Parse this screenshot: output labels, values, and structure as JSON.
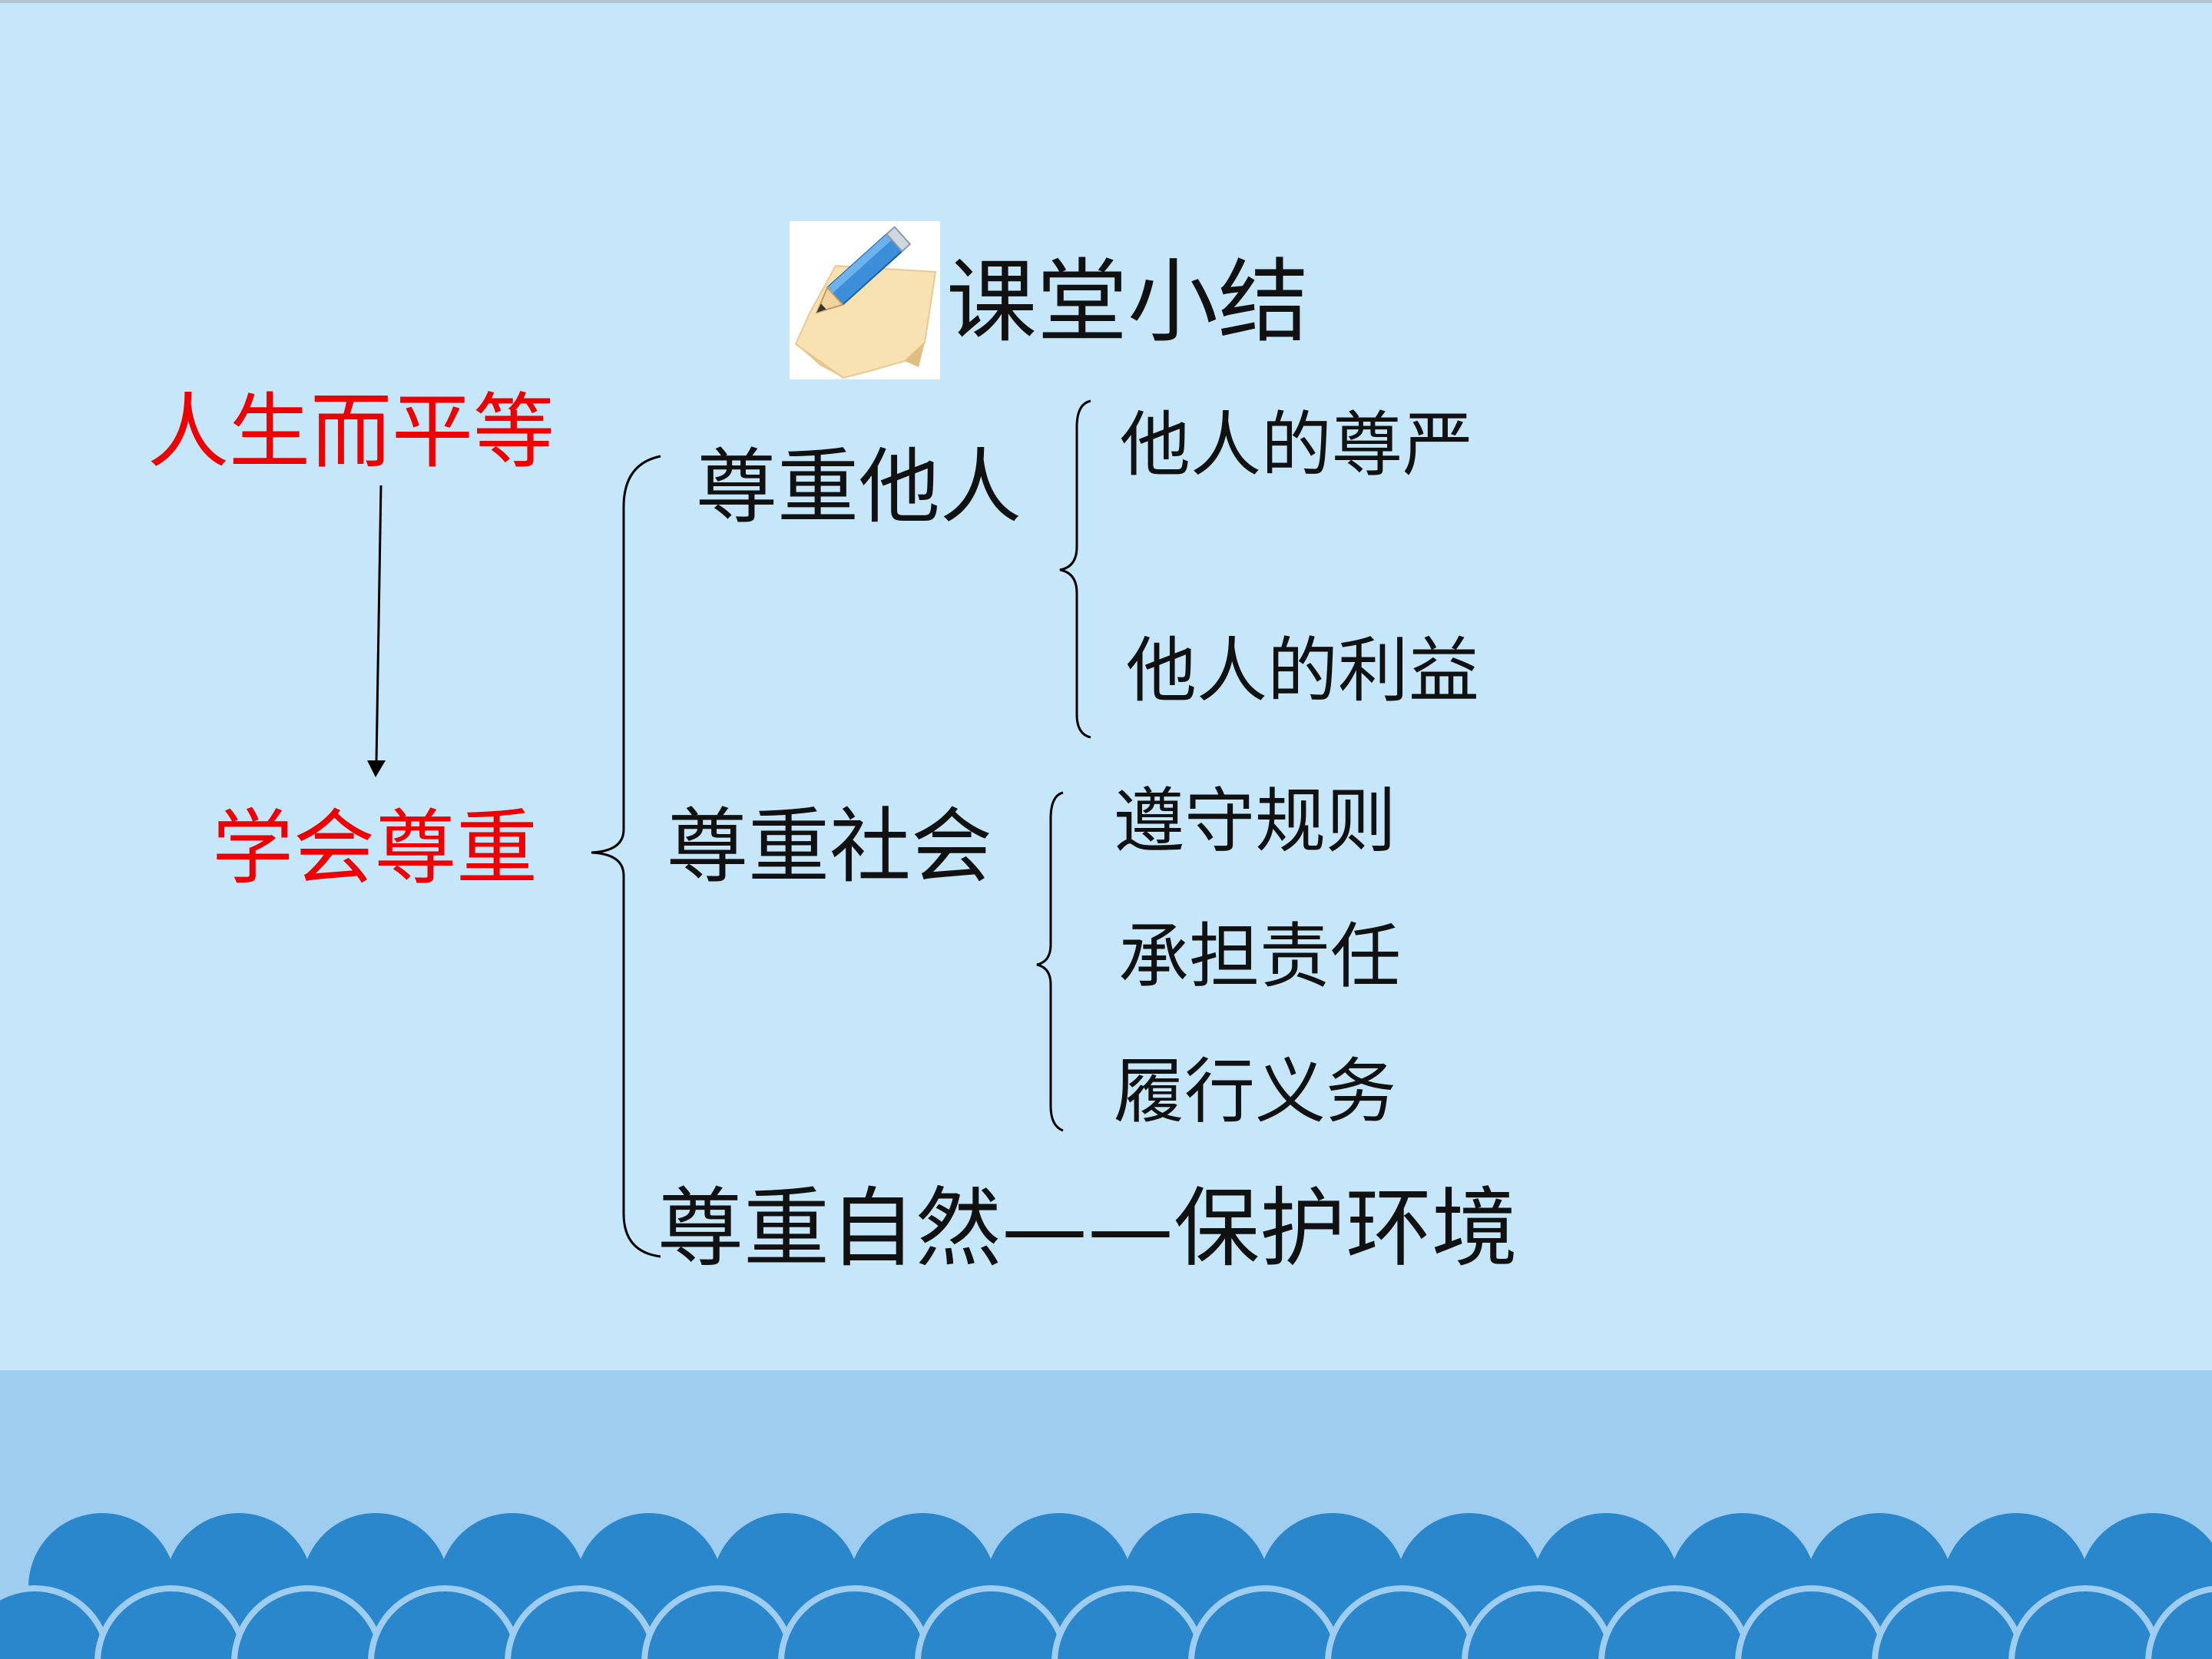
{
  "slide": {
    "title": "课堂小结",
    "icon": "pencil-paper-icon",
    "premise": "人生而平等",
    "conclusion": "学会尊重",
    "branches": {
      "others": {
        "label": "尊重他人",
        "details": [
          "他人的尊严",
          "他人的利益"
        ]
      },
      "society": {
        "label": "尊重社会",
        "details": [
          "遵守规则",
          "承担责任",
          "履行义务"
        ]
      },
      "nature": {
        "label": "尊重自然——保护环境"
      }
    }
  },
  "colors": {
    "background": "#c6e7fa",
    "band": "#9fcdf0",
    "waves": "#2a87cc",
    "emphasis": "#ee0000",
    "text": "#111111"
  }
}
